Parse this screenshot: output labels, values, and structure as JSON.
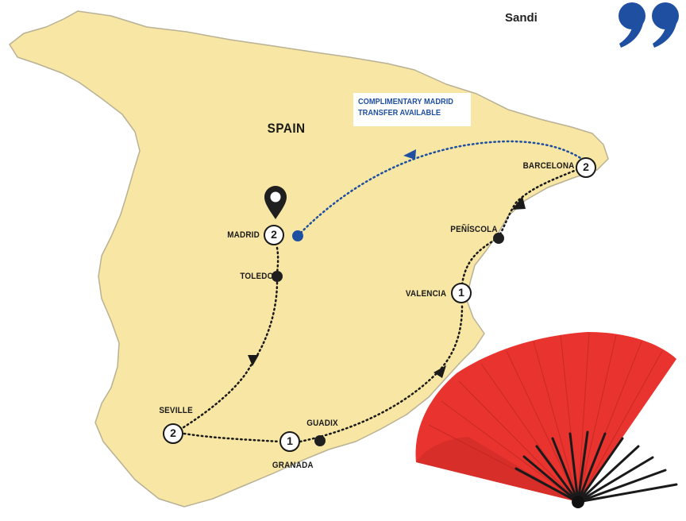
{
  "map": {
    "country_label": "SPAIN",
    "land_color": "#f8e6a4",
    "coast_color": "#b9b194"
  },
  "header": {
    "brand_name": "Sandi",
    "quote_icon": "quote-mark-icon",
    "quote_color": "#1f4fa0"
  },
  "callout": {
    "line1": "COMPLIMENTARY MADRID",
    "line2": "TRANSFER AVAILABLE",
    "color": "#1f4fa0"
  },
  "route": {
    "line_color": "#1a1a1a",
    "transfer_color": "#1f4fa0",
    "start_icon": "map-pin-icon"
  },
  "stops": [
    {
      "id": "madrid",
      "name": "MADRID",
      "nights": "2"
    },
    {
      "id": "toledo",
      "name": "TOLEDO",
      "nights": ""
    },
    {
      "id": "seville",
      "name": "SEVILLE",
      "nights": "2"
    },
    {
      "id": "granada",
      "name": "GRANADA",
      "nights": "1"
    },
    {
      "id": "guadix",
      "name": "GUADIX",
      "nights": ""
    },
    {
      "id": "valencia",
      "name": "VALENCIA",
      "nights": "1"
    },
    {
      "id": "peniscola",
      "name": "PEÑÍSCOLA",
      "nights": ""
    },
    {
      "id": "barcelona",
      "name": "BARCELONA",
      "nights": "2"
    }
  ],
  "decoration": {
    "fan_icon": "hand-fan-icon",
    "fan_color": "#e8332e"
  }
}
